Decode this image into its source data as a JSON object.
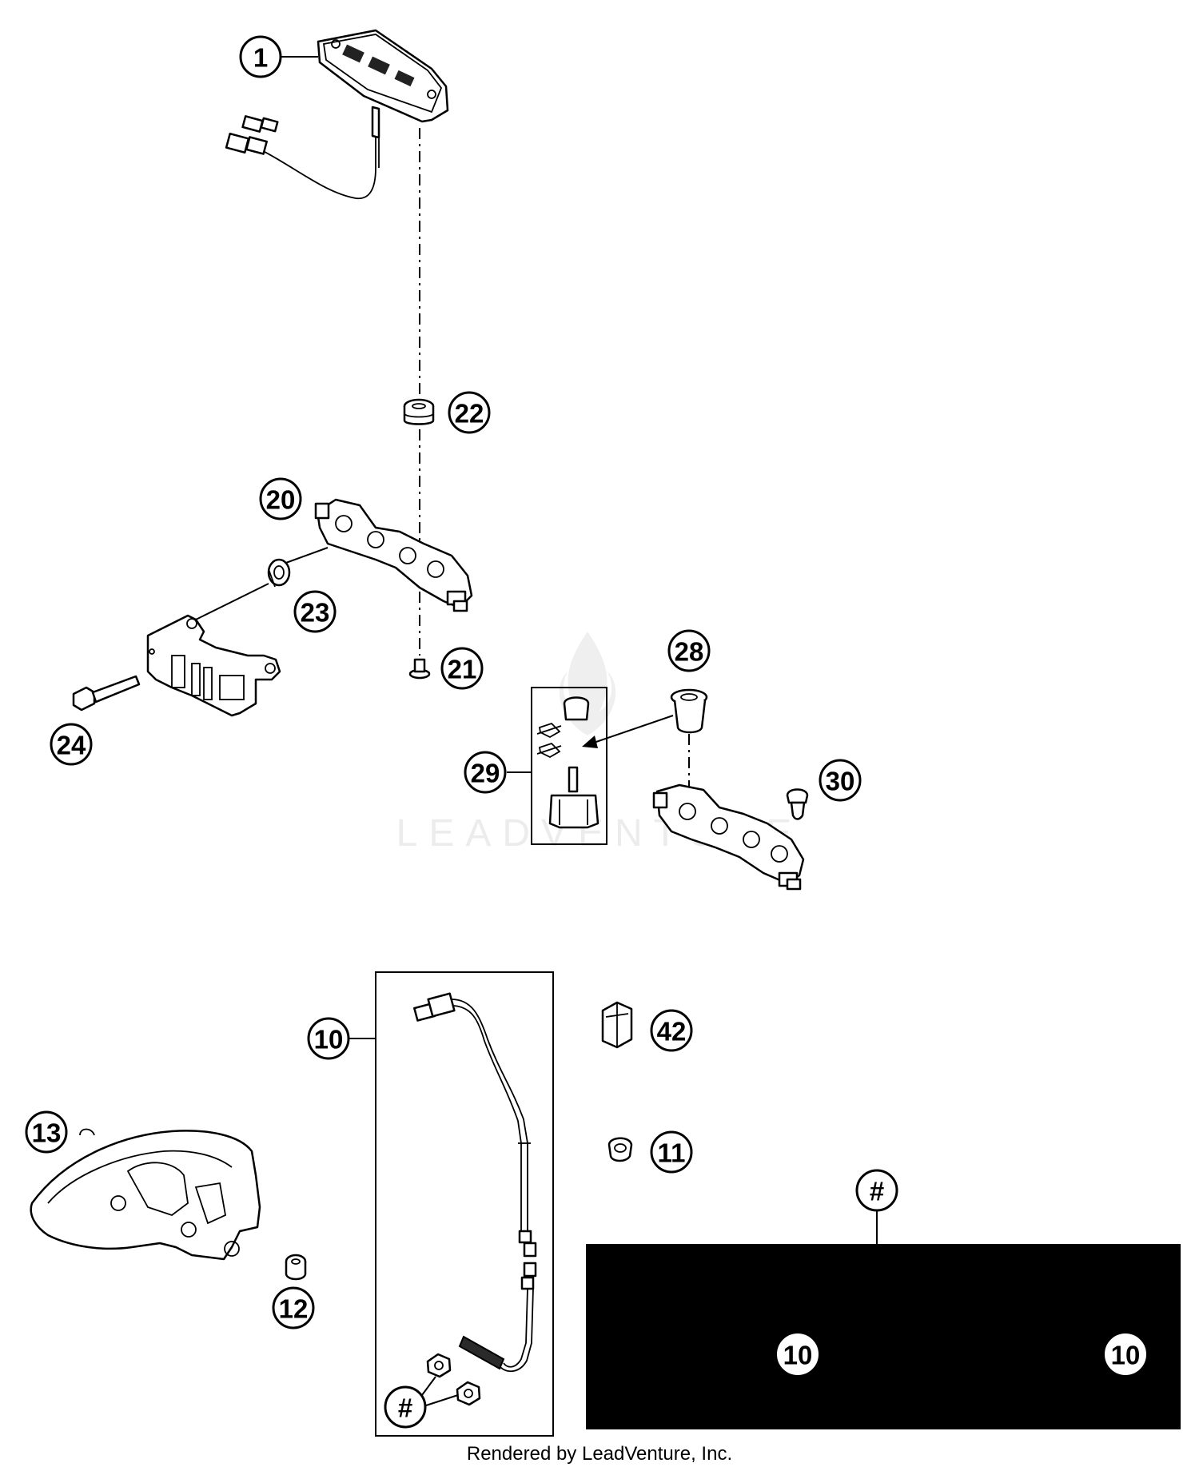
{
  "callouts": {
    "c1": "1",
    "c22": "22",
    "c20": "20",
    "c23": "23",
    "c21": "21",
    "c24": "24",
    "c28": "28",
    "c29": "29",
    "c30": "30",
    "c10": "10",
    "c42": "42",
    "c13": "13",
    "c11": "11",
    "c12": "12",
    "c_hash_kit": "#",
    "c_hash_nuts": "#",
    "c10_kit_left": "10",
    "c10_kit_right": "10"
  },
  "watermark": "LEADVENTURE",
  "footer": "Rendered by LeadVenture, Inc."
}
